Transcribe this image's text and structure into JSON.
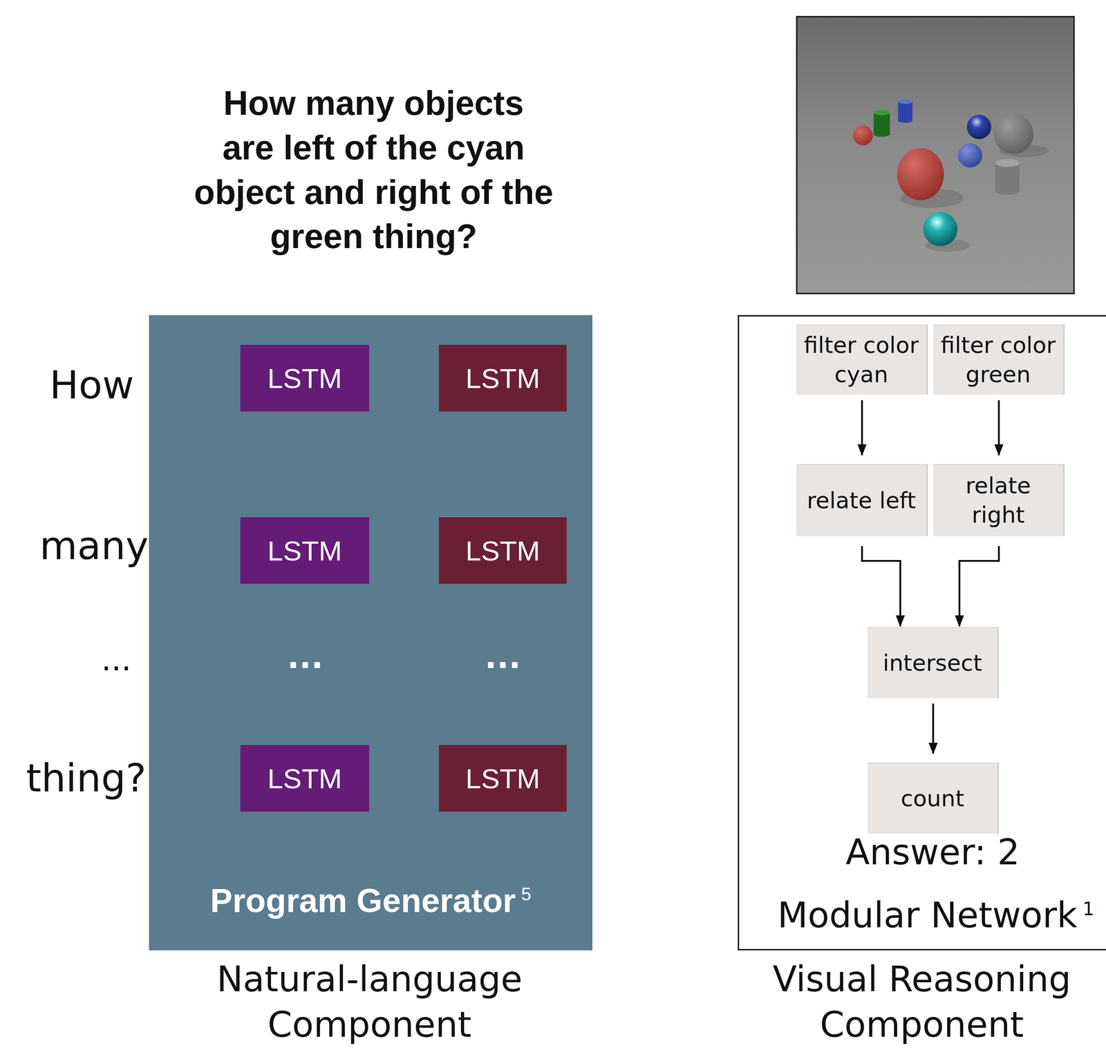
{
  "diagram": {
    "nodes": [
      {
        "text": [
          "Program Generator",
          "5"
        ]
      },
      {
        "text": [
          "LSTM"
        ],
        "in": 0
      },
      {
        "text": [
          "LSTM"
        ],
        "in": 0
      },
      {
        "text": [
          "LSTM"
        ],
        "in": 0
      },
      {
        "text": [
          "LSTM"
        ],
        "in": 0
      },
      {
        "text": [
          "LSTM"
        ],
        "in": 0
      },
      {
        "text": [
          "LSTM"
        ],
        "in": 0
      },
      {
        "text": [
          "Modular Network",
          "1"
        ]
      },
      {
        "text": [
          "filter color cyan"
        ],
        "in": 7
      },
      {
        "text": [
          "filter color green"
        ],
        "in": 7
      },
      {
        "text": [
          "relate left"
        ],
        "in": 7
      },
      {
        "text": [
          "relate right"
        ],
        "in": 7
      },
      {
        "text": [
          "intersect"
        ],
        "in": 7
      },
      {
        "text": [
          "count"
        ],
        "in": 7
      }
    ],
    "edges": [
      {
        "from": 1,
        "to": 2,
        "arrow": "to"
      },
      {
        "from": 2,
        "to": 3,
        "arrow": "to"
      },
      {
        "from": 3,
        "to": 6,
        "arrow": "to"
      },
      {
        "from": 3,
        "to": 5,
        "arrow": "to"
      },
      {
        "from": 3,
        "to": 4,
        "arrow": "to"
      },
      {
        "from": 6,
        "to": 5,
        "arrow": "to"
      },
      {
        "from": 5,
        "to": 4,
        "arrow": "to"
      },
      {
        "from": 8,
        "to": 10,
        "arrow": "to"
      },
      {
        "from": 9,
        "to": 11,
        "arrow": "to"
      },
      {
        "from": 10,
        "to": 12,
        "arrow": "to"
      },
      {
        "from": 11,
        "to": 12,
        "arrow": "to"
      },
      {
        "from": 12,
        "to": 13,
        "arrow": "to"
      }
    ],
    "labels": [
      "How many objects are left of the cyan object and right of the green thing?",
      "How",
      "many",
      "...",
      "thing?",
      "...",
      "...",
      "Answer: 2",
      "Natural-language Component",
      "Visual Reasoning Component"
    ]
  }
}
